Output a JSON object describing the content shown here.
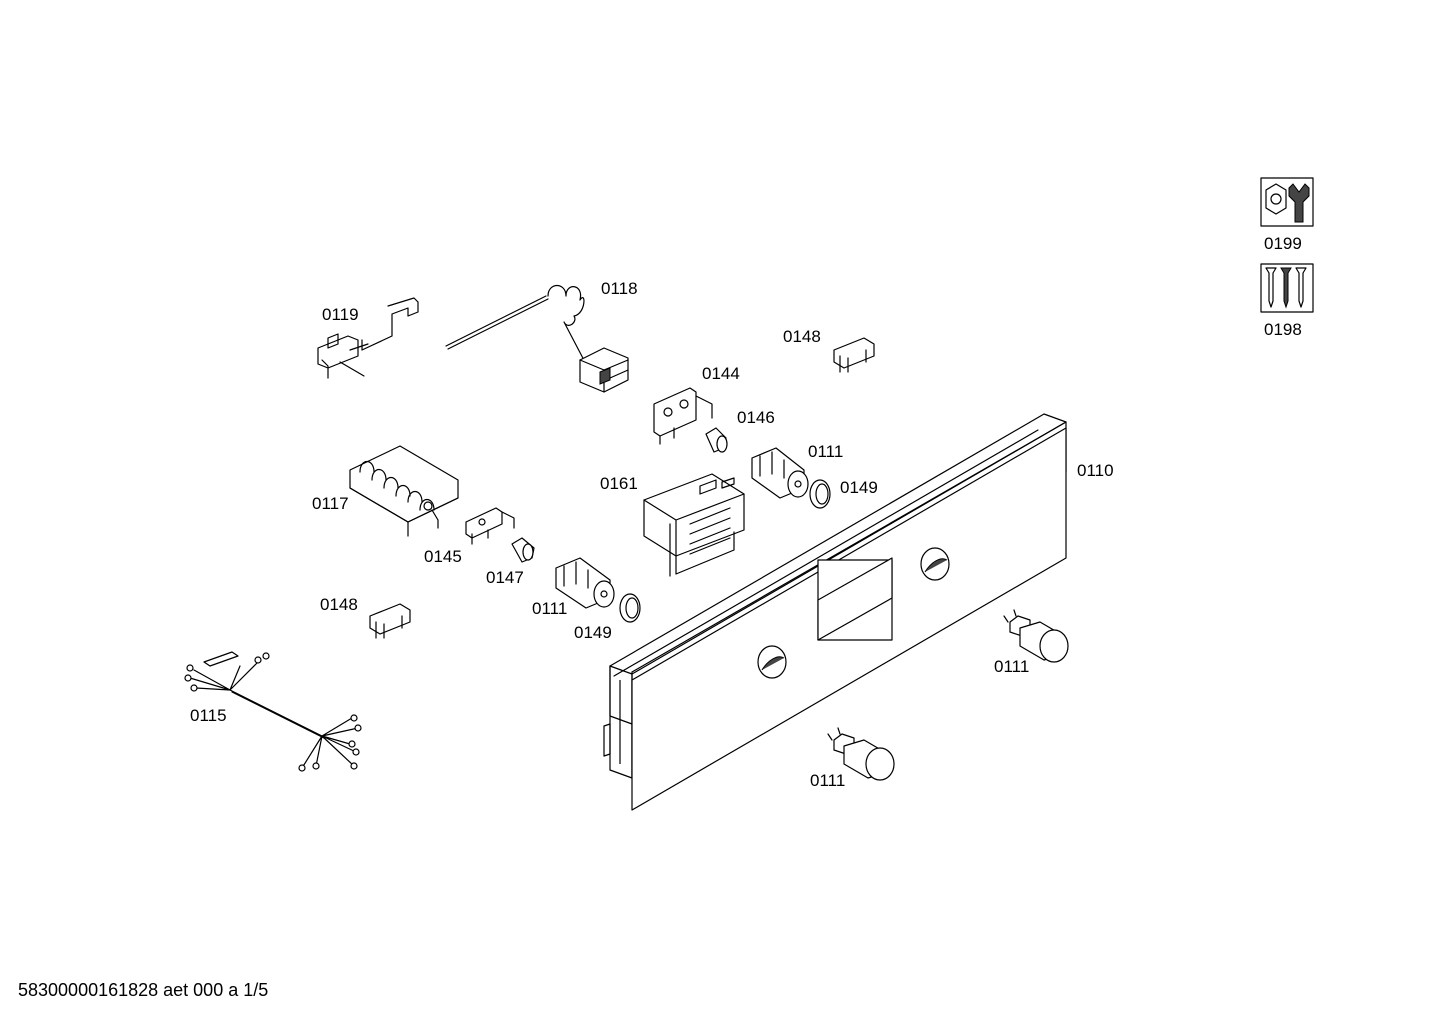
{
  "labels": {
    "p0199": "0199",
    "p0198": "0198",
    "p0119": "0119",
    "p0118": "0118",
    "p0148_top": "0148",
    "p0144": "0144",
    "p0146": "0146",
    "p0111_a": "0111",
    "p0110": "0110",
    "p0149_a": "0149",
    "p0161": "0161",
    "p0117": "0117",
    "p0145": "0145",
    "p0147": "0147",
    "p0111_b": "0111",
    "p0149_b": "0149",
    "p0148_bottom": "0148",
    "p0115": "0115",
    "p0111_c": "0111",
    "p0111_d": "0111"
  },
  "icons": {
    "tools": "wrench-nut-icon",
    "screws": "screws-icon"
  },
  "footer": {
    "code": "58300000161828 aet 000 a 1/5"
  }
}
